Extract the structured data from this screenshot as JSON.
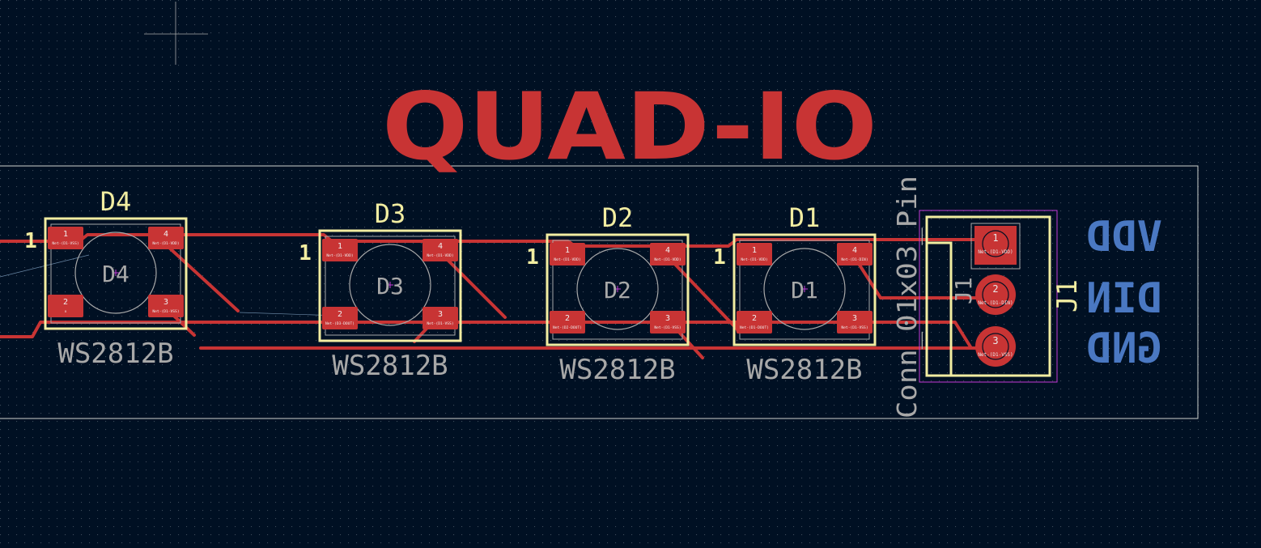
{
  "board": {
    "logo": "QUAD-IO",
    "colors": {
      "background": "#001023",
      "grid": "#3c4a5a",
      "copper": "#c83434",
      "silkscreen": "#f2eda1",
      "fab": "#a8a8a8",
      "back_silk": "#4a78c2",
      "edge": "#d0d2cd",
      "courtyard": "#c33ad6"
    }
  },
  "components": [
    {
      "ref": "D4",
      "value": "WS2812B",
      "pin1_label": "1",
      "pads": [
        {
          "num": "1",
          "net": "Net-(D1-VSS)"
        },
        {
          "num": "4",
          "net": "Net-(D1-VDD)"
        },
        {
          "num": "2",
          "net": "x"
        },
        {
          "num": "3",
          "net": "Net-(D1-VSS)"
        }
      ]
    },
    {
      "ref": "D3",
      "value": "WS2812B",
      "pin1_label": "1",
      "pads": [
        {
          "num": "1",
          "net": "Net-(D1-VDD)"
        },
        {
          "num": "4",
          "net": "Net-(D1-VDD)"
        },
        {
          "num": "2",
          "net": "Net-(D3-DOUT)"
        },
        {
          "num": "3",
          "net": "Net-(D1-VSS)"
        }
      ]
    },
    {
      "ref": "D2",
      "value": "WS2812B",
      "pin1_label": "1",
      "pads": [
        {
          "num": "1",
          "net": "Net-(D1-VDD)"
        },
        {
          "num": "4",
          "net": "Net-(D1-VDD)"
        },
        {
          "num": "2",
          "net": "Net-(D2-DOUT)"
        },
        {
          "num": "3",
          "net": "Net-(D1-VSS)"
        }
      ]
    },
    {
      "ref": "D1",
      "value": "WS2812B",
      "pin1_label": "1",
      "pads": [
        {
          "num": "1",
          "net": "Net-(D1-VDD)"
        },
        {
          "num": "4",
          "net": "Net-(D1-DIN)"
        },
        {
          "num": "2",
          "net": "Net-(D1-DOUT)"
        },
        {
          "num": "3",
          "net": "Net-(D1-VSS)"
        }
      ]
    }
  ],
  "connector": {
    "ref": "J1",
    "value": "Conn_01x03_Pin",
    "pads": [
      {
        "num": "1",
        "net": "Net-(D1-VDD)"
      },
      {
        "num": "2",
        "net": "Net-(D1-DIN)"
      },
      {
        "num": "3",
        "net": "Net-(D1-VSS)"
      }
    ],
    "back_labels": [
      "VDD",
      "DIN",
      "GND"
    ]
  }
}
